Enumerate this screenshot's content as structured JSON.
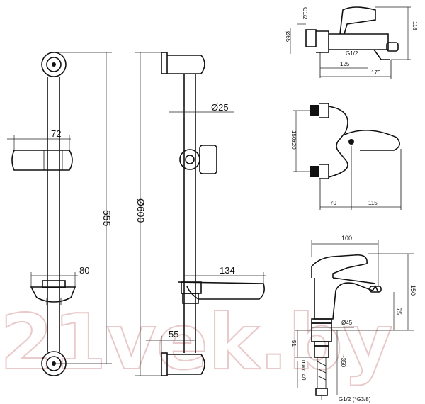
{
  "shower_rail": {
    "dim_bracket_width": "72",
    "dim_total_height": "555",
    "dim_soap_dish": "80",
    "dim_rail_length": "Ø600",
    "dim_rail_diameter": "Ø25",
    "dim_dish_width": "134",
    "dim_wall_offset": "55"
  },
  "bath_mixer": {
    "dim_thread_top": "G1/2",
    "dim_body_diameter": "Ø65",
    "dim_height": "118",
    "dim_thread_bottom": "G1/2",
    "dim_spout_125": "125",
    "dim_spout_170": "170",
    "dim_centers": "150±20",
    "dim_70": "70",
    "dim_115": "115"
  },
  "basin_mixer": {
    "dim_reach": "100",
    "dim_height": "150",
    "dim_spout_height": "75",
    "dim_base": "Ø45",
    "dim_51": "51",
    "dim_max40": "max. 40",
    "dim_350": "~350",
    "dim_thread": "G1/2 (*G3/8)"
  },
  "watermark": "21vek.by"
}
